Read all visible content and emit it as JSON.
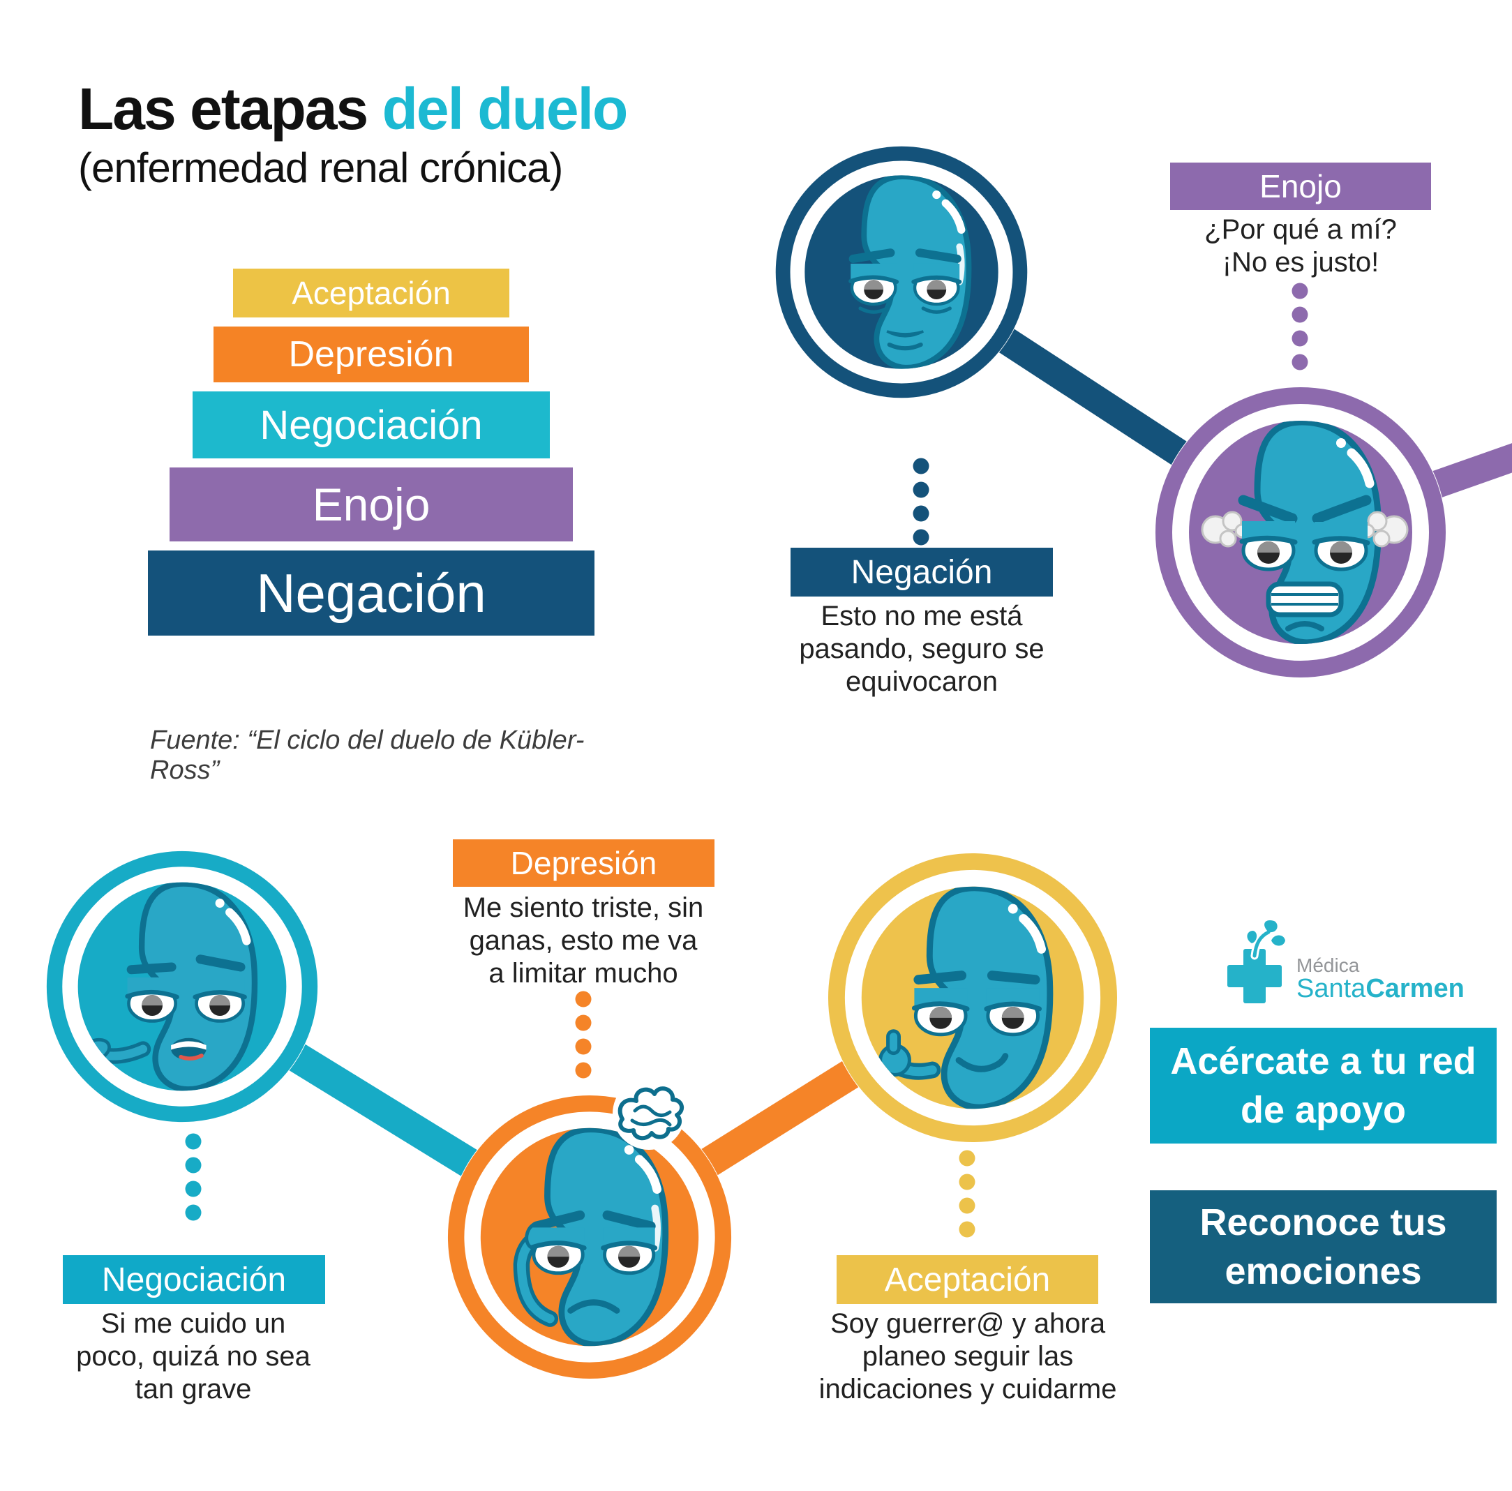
{
  "title": {
    "part_black": "Las etapas ",
    "part_accent": "del duelo",
    "subtitle": "(enfermedad renal crónica)",
    "accent_color": "#1cb9d2"
  },
  "pyramid": {
    "bars": [
      {
        "label": "Aceptación",
        "color": "#edc345"
      },
      {
        "label": "Depresión",
        "color": "#f58325"
      },
      {
        "label": "Negociación",
        "color": "#1db9cd"
      },
      {
        "label": "Enojo",
        "color": "#8e6bac"
      },
      {
        "label": "Negación",
        "color": "#14527b"
      }
    ]
  },
  "source_note": "Fuente: “El ciclo del duelo de Kübler-Ross”",
  "stages": {
    "negacion": {
      "label": "Negación",
      "quote": "Esto no me está pasando, seguro se equivocaron",
      "color": "#14527a"
    },
    "enojo": {
      "label": "Enojo",
      "quote": "¿Por qué a mí? ¡No es justo!",
      "color": "#8d6aad"
    },
    "negociacion": {
      "label": "Negociación",
      "quote": "Si me cuido un poco, quizá no sea tan grave",
      "color": "#10a9c8"
    },
    "depresion": {
      "label": "Depresión",
      "quote": "Me siento triste, sin ganas, esto me va a limitar mucho",
      "color": "#f58428"
    },
    "aceptacion": {
      "label": "Aceptación",
      "quote": "Soy guerrer@ y ahora planeo seguir las indicaciones y cuidarme",
      "color": "#ecc24a"
    }
  },
  "logo": {
    "line1": "Médica",
    "line2_regular": "Santa",
    "line2_bold": "Carmen",
    "brand_color": "#25b2c9"
  },
  "banners": [
    {
      "label": "Acércate a tu red de apoyo",
      "color": "#0ba7c5"
    },
    {
      "label": "Reconoce tus emociones",
      "color": "#15607f"
    }
  ]
}
